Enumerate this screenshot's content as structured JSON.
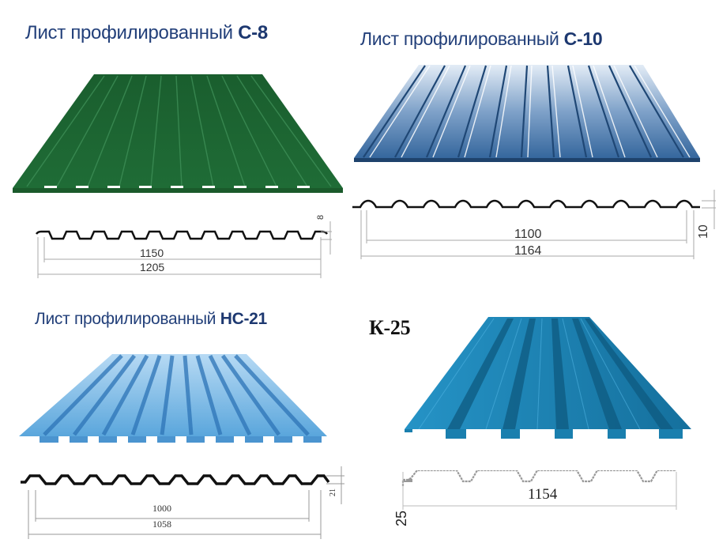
{
  "panels": [
    {
      "id": "c8",
      "title_prefix": "Лист профилированный",
      "title_code": "С-8",
      "color": "#1e6b35",
      "dimensions": {
        "working_width": "1150",
        "total_width": "1205",
        "height": "8"
      }
    },
    {
      "id": "c10",
      "title_prefix": "Лист профилированный",
      "title_code": "С-10",
      "color": "#3d6fa6",
      "dimensions": {
        "working_width": "1100",
        "total_width": "1164",
        "height": "10"
      }
    },
    {
      "id": "hc21",
      "title_prefix": "Лист профилированный",
      "title_code": "НС-21",
      "color": "#5aa6dc",
      "dimensions": {
        "working_width": "1000",
        "total_width": "1058",
        "height": "21"
      }
    },
    {
      "id": "k25",
      "title_code": "К-25",
      "color": "#1e86b8",
      "dimensions": {
        "total_width": "1154",
        "height": "25"
      }
    }
  ]
}
